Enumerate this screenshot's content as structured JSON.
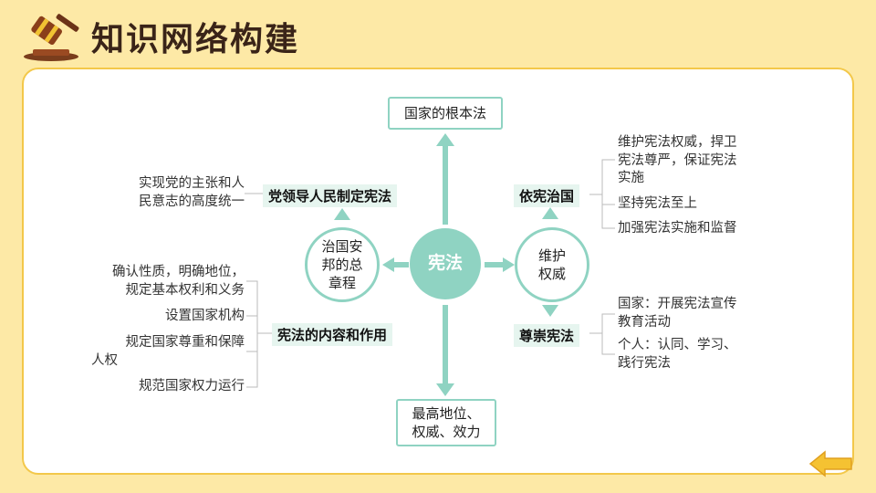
{
  "title": "知识网络构建",
  "center": "宪法",
  "top_box": "国家的根本法",
  "bottom_box": [
    "最高地位、",
    "权威、效力"
  ],
  "left_circle": [
    "治国安",
    "邦的总",
    "章程"
  ],
  "right_circle": [
    "维护",
    "权威"
  ],
  "left_labels": {
    "upper": "党领导人民制定宪法",
    "lower": "宪法的内容和作用"
  },
  "right_labels": {
    "upper": "依宪治国",
    "lower": "尊崇宪法"
  },
  "left_upper_note": [
    "实现党的主张和人",
    "民意志的高度统一"
  ],
  "left_lower_notes": [
    "确认性质，明确地位，",
    "规定基本权利和义务",
    "设置国家机构",
    "规定国家尊重和保障",
    "人权",
    "规范国家权力运行"
  ],
  "right_upper_notes": [
    "维护宪法权威，捍卫",
    "宪法尊严，保证宪法",
    "实施",
    "坚持宪法至上",
    "加强宪法实施和监督"
  ],
  "right_lower_notes": [
    "国家：开展宪法宣传",
    "教育活动",
    "个人：认同、学习、",
    "践行宪法"
  ],
  "colors": {
    "accent": "#8fd3c2",
    "background": "#fde9a6",
    "panel_border": "#f3c84a"
  }
}
